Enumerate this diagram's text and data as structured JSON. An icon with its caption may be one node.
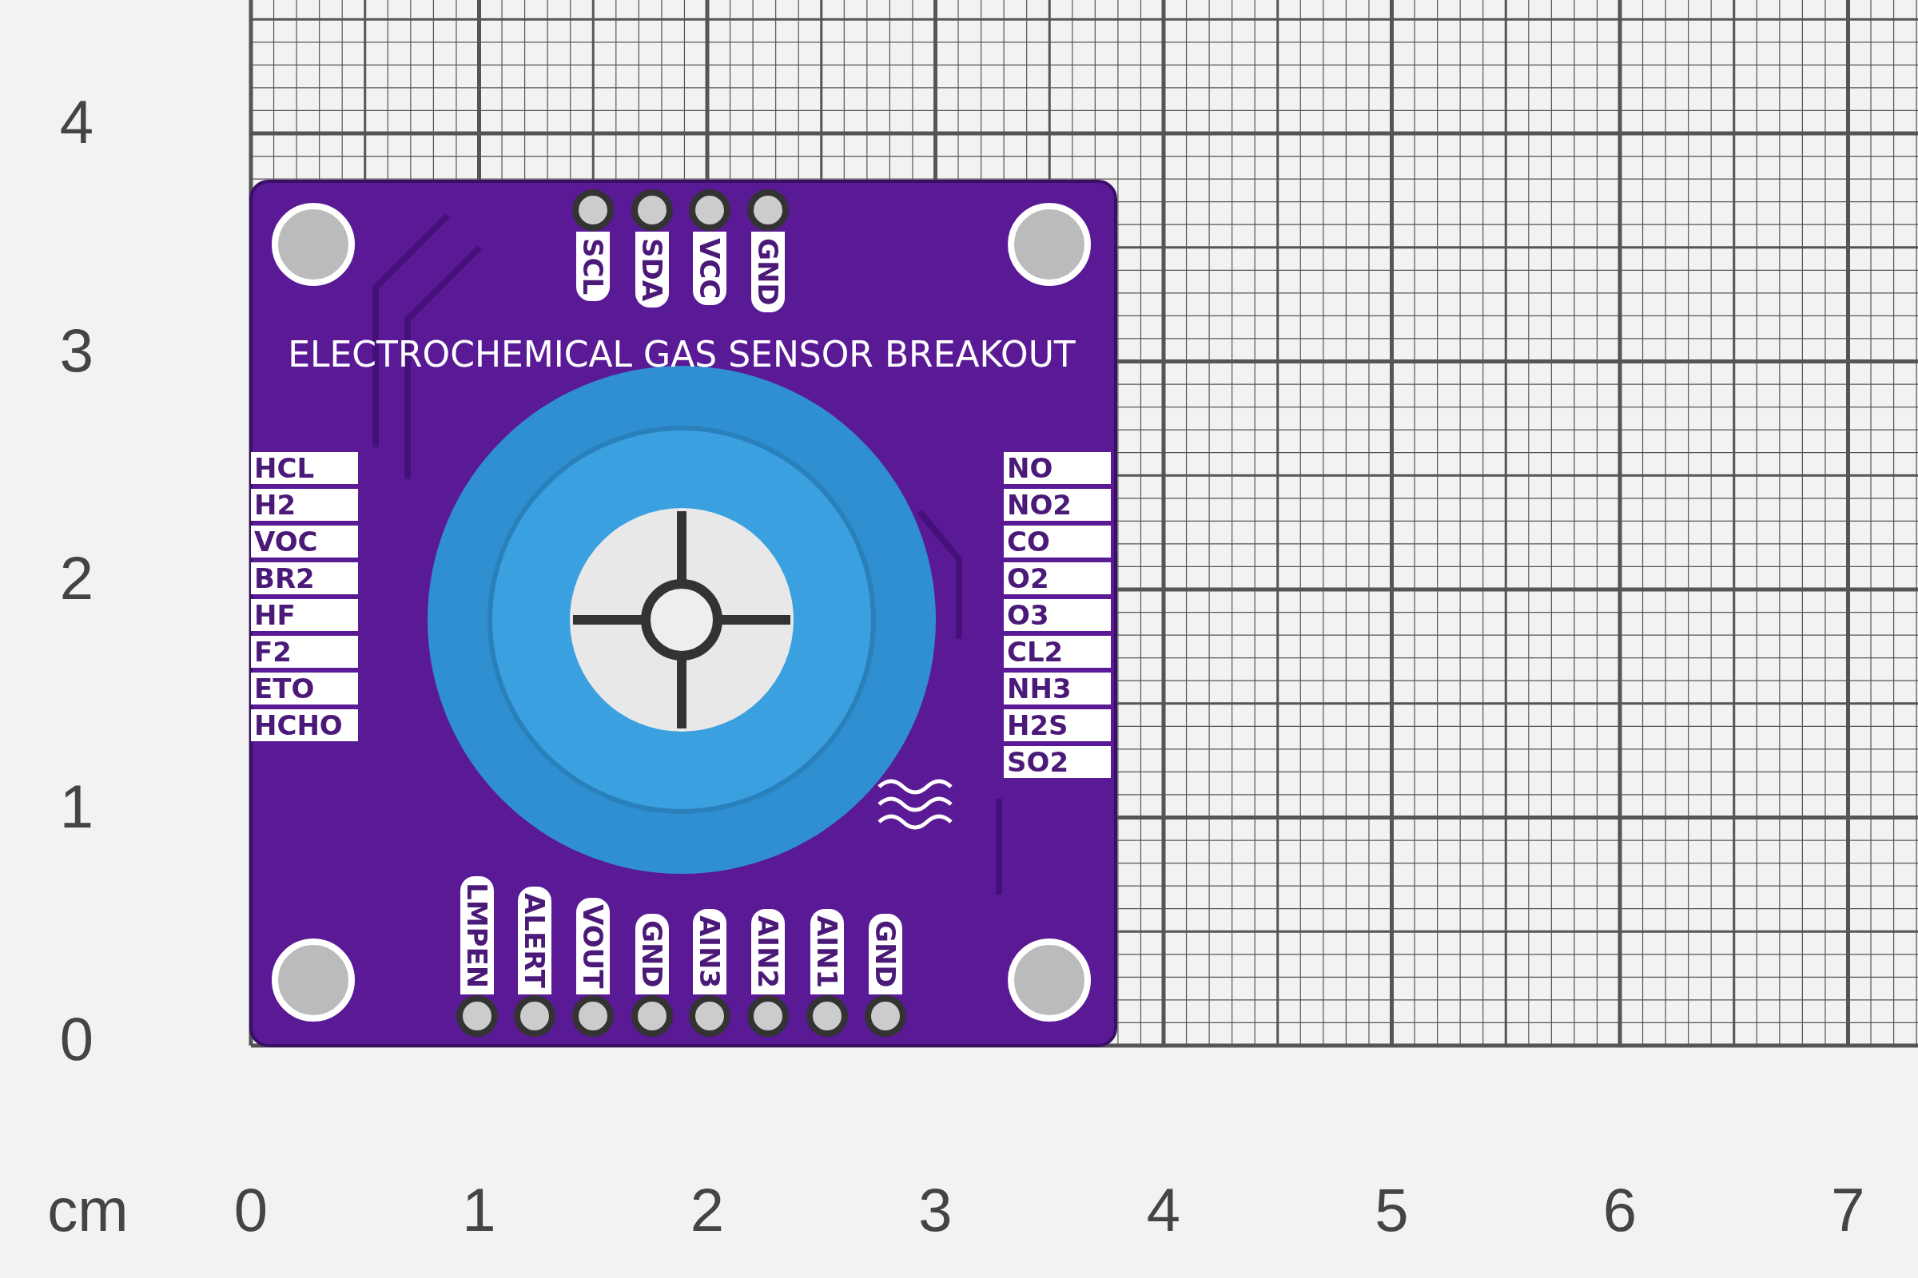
{
  "diagram": {
    "labels": [
      "4",
      "3",
      "2",
      "1",
      "0",
      "cm",
      "0",
      "1",
      "2",
      "3",
      "4",
      "5",
      "6",
      "7",
      "ELECTROCHEMICAL GAS SENSOR BREAKOUT",
      "SCL",
      "SDA",
      "VCC",
      "GND",
      "HCL",
      "H2",
      "VOC",
      "BR2",
      "HF",
      "F2",
      "ETO",
      "HCHO",
      "NO",
      "NO2",
      "CO",
      "O2",
      "O3",
      "CL2",
      "NH3",
      "H2S",
      "SO2",
      "LMPEN",
      "ALERT",
      "VOUT",
      "GND",
      "AIN3",
      "AIN2",
      "AIN1",
      "GND"
    ]
  }
}
